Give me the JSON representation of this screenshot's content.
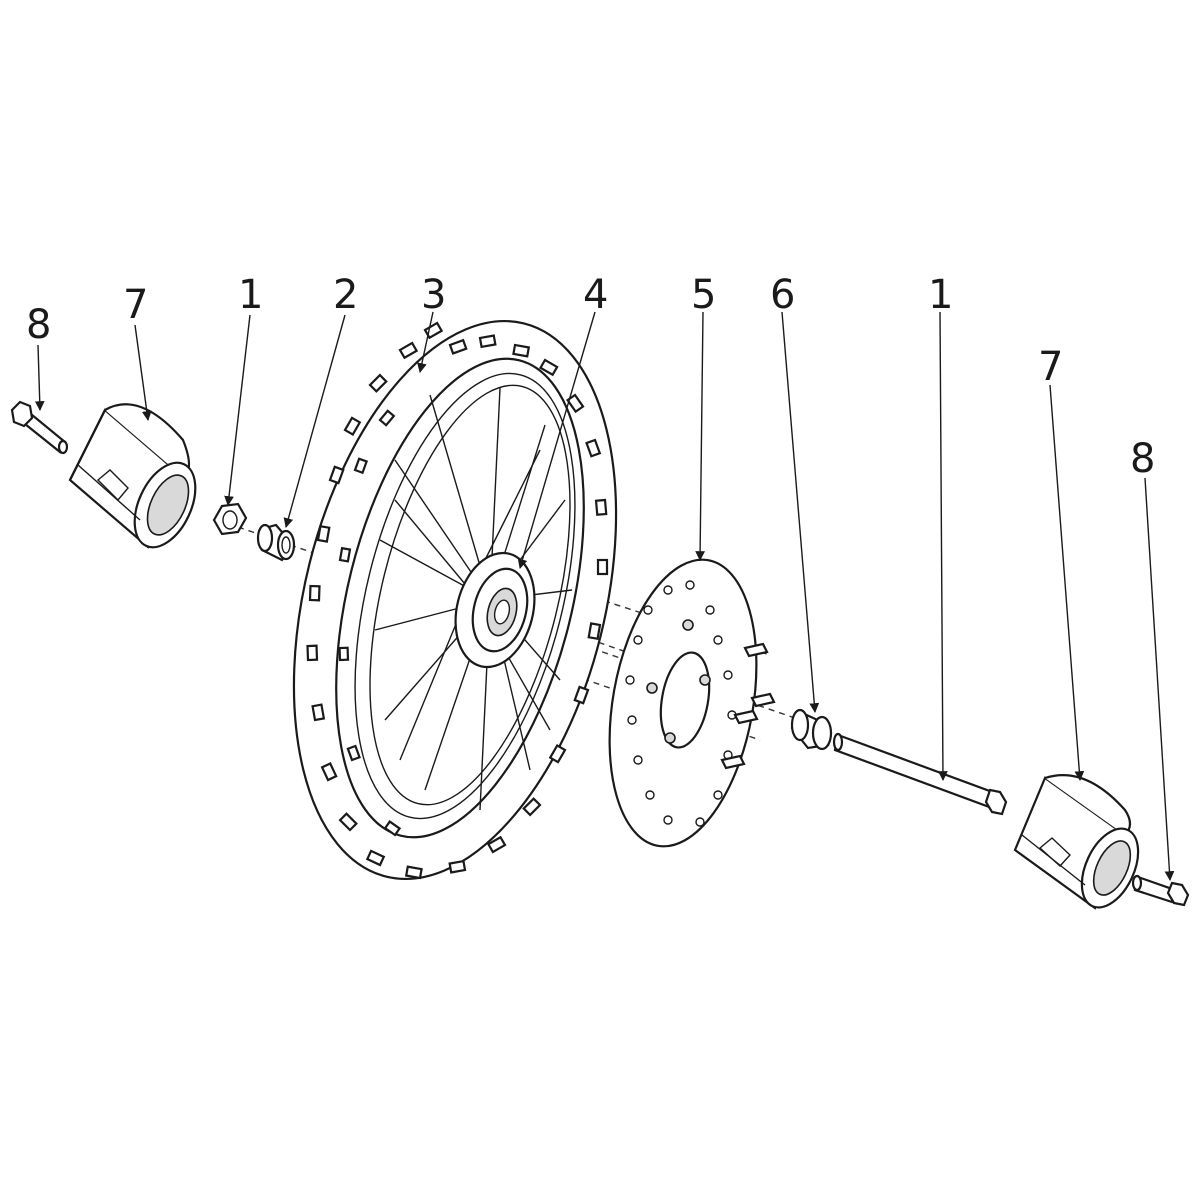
{
  "diagram": {
    "callouts": [
      {
        "label": "8",
        "part": "bolt-left"
      },
      {
        "label": "7",
        "part": "frame-slider-left"
      },
      {
        "label": "1",
        "part": "axle-nut"
      },
      {
        "label": "2",
        "part": "spacer-left"
      },
      {
        "label": "3",
        "part": "tire"
      },
      {
        "label": "4",
        "part": "hub"
      },
      {
        "label": "5",
        "part": "brake-disc"
      },
      {
        "label": "6",
        "part": "spacer-right"
      },
      {
        "label": "1",
        "part": "axle"
      },
      {
        "label": "7",
        "part": "frame-slider-right"
      },
      {
        "label": "8",
        "part": "bolt-right"
      }
    ]
  }
}
